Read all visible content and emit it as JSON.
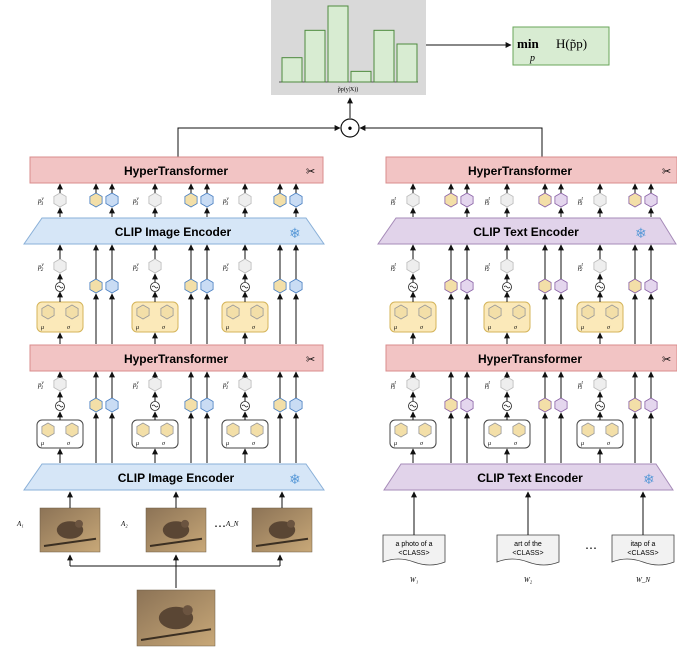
{
  "hist_label": "p̃p(y|X))",
  "hist_bars": [
    0.32,
    0.68,
    1.0,
    0.14,
    0.68,
    0.5
  ],
  "objective": {
    "op": "min",
    "var": "p",
    "expr": "H(p̃p)"
  },
  "combine_symbol": "•",
  "left": {
    "top_transformer": "HyperTransformer",
    "upper_encoder": "CLIP Image Encoder",
    "middle_transformer": "HyperTransformer",
    "lower_encoder": "CLIP Image Encoder",
    "p_top": "p",
    "p_top_sup": "v",
    "p_top_sub": "3",
    "p_mid": "p",
    "p_mid_sup": "v",
    "p_mid_sub": "2",
    "p_low": "p",
    "p_low_sup": "v",
    "p_low_sub": "1",
    "mu_upper": "μ",
    "sigma_upper": "σ",
    "mu_lower": "μ",
    "sigma_lower": "σ",
    "stat_sup_upper": "p^v_2",
    "stat_sup_lower": "p^v_1",
    "image_labels": [
      "A₁",
      "A₂",
      "A_N"
    ],
    "ellipsis": "⋯"
  },
  "right": {
    "top_transformer": "HyperTransformer",
    "upper_encoder": "CLIP Text Encoder",
    "middle_transformer": "HyperTransformer",
    "lower_encoder": "CLIP Text Encoder",
    "p_top": "p",
    "p_top_sup": "t",
    "p_top_sub": "3",
    "p_mid": "p",
    "p_mid_sup": "t",
    "p_mid_sub": "2",
    "p_low": "p",
    "p_low_sup": "t",
    "p_low_sub": "1",
    "mu_upper": "μ",
    "sigma_upper": "σ",
    "mu_lower": "μ",
    "sigma_lower": "σ",
    "prompts": [
      {
        "line1": "a photo of a",
        "line2": "<CLASS>"
      },
      {
        "line1": "art of the",
        "line2": "<CLASS>"
      },
      {
        "line1": "itap of a",
        "line2": "<CLASS>"
      }
    ],
    "prompt_labels": [
      "W₁",
      "W₂",
      "W_N"
    ],
    "ellipsis": "⋯"
  },
  "colors": {
    "transformer_fill": "#f2c4c4",
    "transformer_stroke": "#d98c8c",
    "image_encoder_fill": "#d6e6f7",
    "image_encoder_stroke": "#8ab0d8",
    "text_encoder_fill": "#e1d3ea",
    "text_encoder_stroke": "#a68bb8",
    "objective_fill": "#d8ecd2",
    "objective_stroke": "#6aa65a",
    "hist_bg": "#d9d9d9",
    "bar_fill": "#d8ecd2",
    "bar_stroke": "#4e8a3e",
    "stat_fill": "#fbe9b9",
    "stat_stroke": "#d4b45a",
    "hex_blue": "#c9dcf4",
    "hex_purple": "#e4d6ee",
    "hex_gray": "#eeeeee",
    "hex_tan": "#f3dfa8"
  },
  "icons": {
    "snowflake": "snowflake-icon",
    "fire": "fire-icon",
    "sample": "sample-icon",
    "bird_photo": "bird-photo"
  }
}
